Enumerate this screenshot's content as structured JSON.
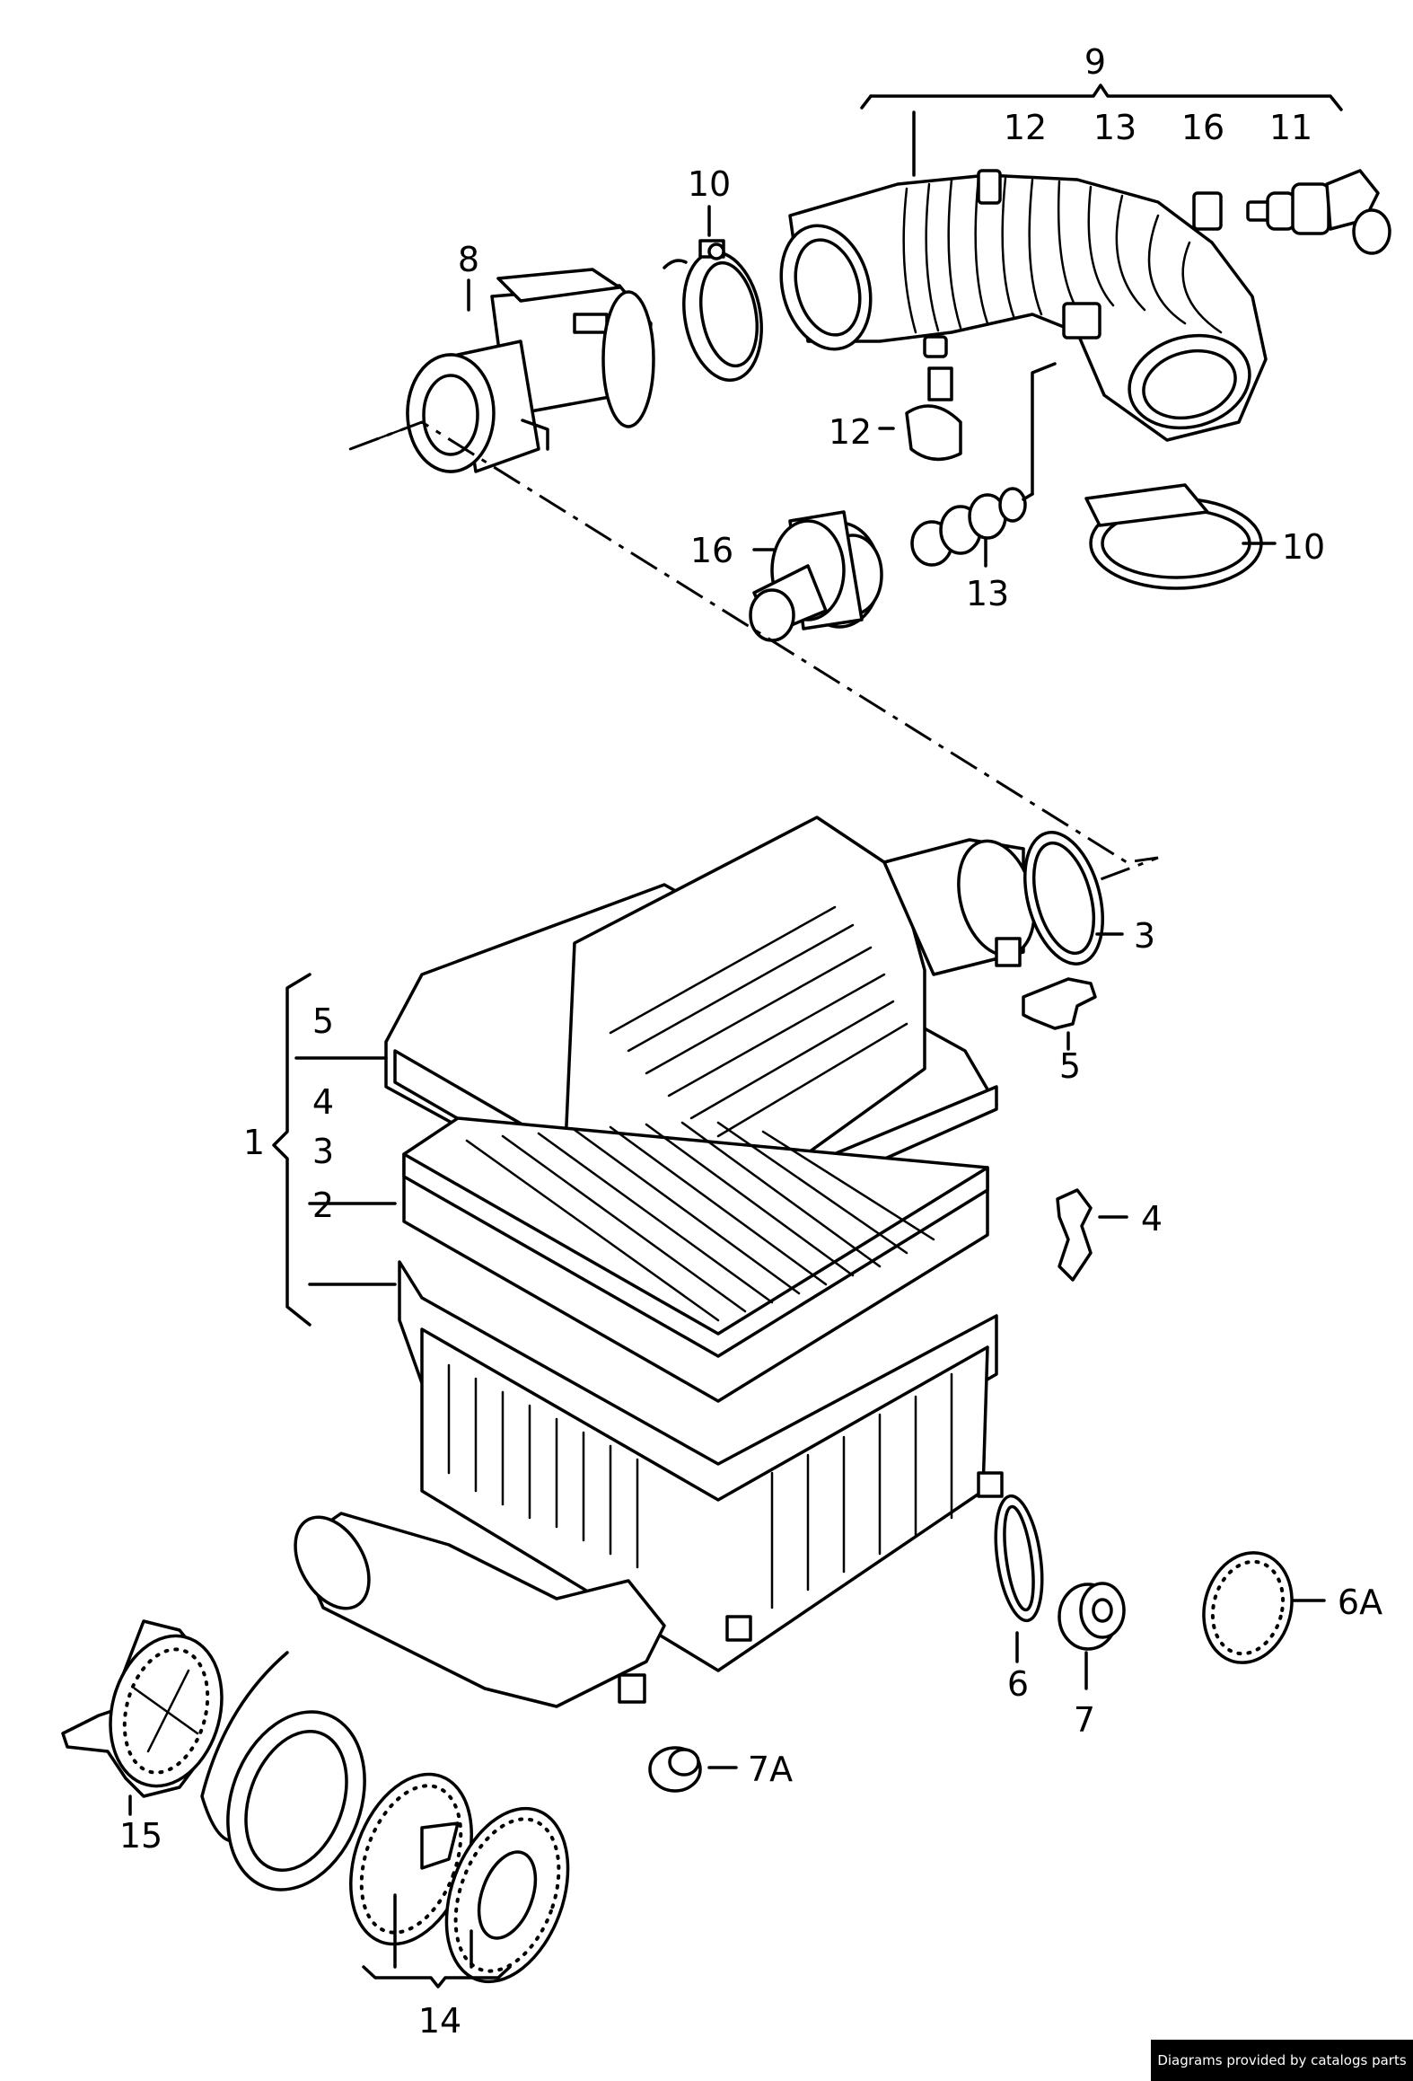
{
  "labels": {
    "l1": "1",
    "l2": "2",
    "l3": "3",
    "l3b": "3",
    "l4": "4",
    "l4b": "4",
    "l5": "5",
    "l5b": "5",
    "l6": "6",
    "l6a": "6A",
    "l7": "7",
    "l7a": "7A",
    "l8": "8",
    "l9": "9",
    "l10a": "10",
    "l10b": "10",
    "l11": "11",
    "l12a": "12",
    "l12b": "12",
    "l13a": "13",
    "l13b": "13",
    "l14": "14",
    "l15": "15",
    "l16a": "16",
    "l16b": "16"
  },
  "footer": {
    "credit": "Diagrams provided by catalogs parts"
  }
}
